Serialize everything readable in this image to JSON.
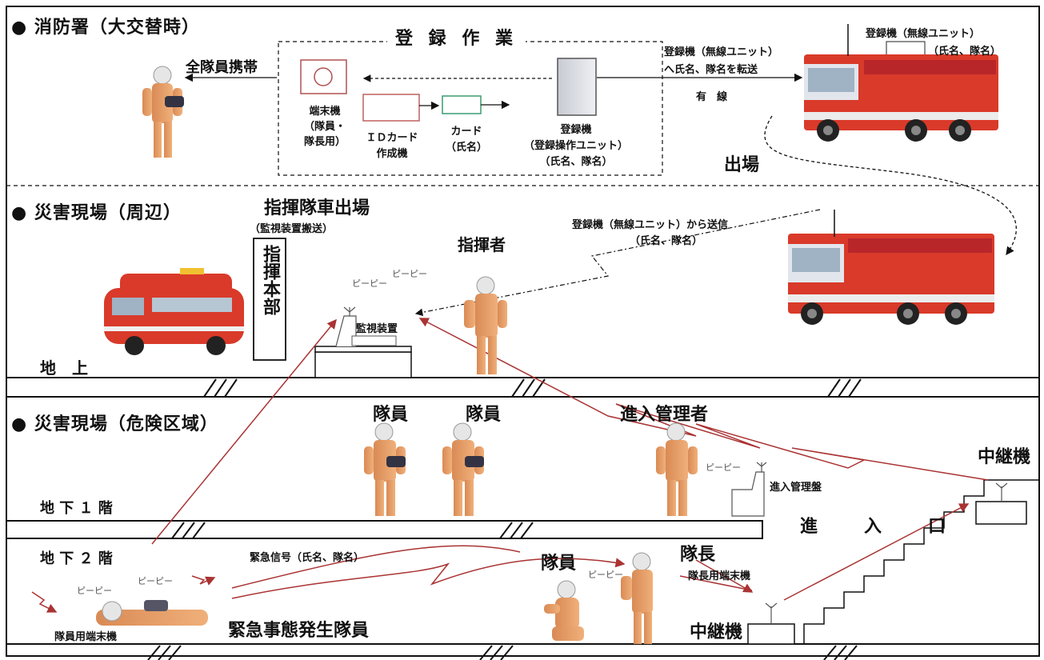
{
  "sections": {
    "fire_station": "消防署（大交替時）",
    "surface": "災害現場（周辺）",
    "danger": "災害現場（危険区域）"
  },
  "station": {
    "registration_work": "登 録 作 業",
    "carry_all": "全隊員携帯",
    "terminal_line1": "端末機",
    "terminal_line2": "（隊員・",
    "terminal_line3": "隊長用）",
    "id_maker_line1": "ＩＤカード",
    "id_maker_line2": "作成機",
    "card_line1": "カード",
    "card_line2": "（氏名）",
    "reg_unit_line1": "登録機",
    "reg_unit_line2": "（登録操作ユニット）",
    "reg_unit_line3": "（氏名、隊名）",
    "transfer_line1": "登録機（無線ユニット）",
    "transfer_line2": "へ氏名、隊名を転送",
    "wired": "有　線",
    "truck_unit_line1": "登録機（無線ユニット）",
    "truck_unit_line2": "（氏名、隊名）",
    "dispatch": "出場"
  },
  "surface": {
    "command_dispatch": "指揮隊車出場",
    "monitor_transport": "（監視装置搬送）",
    "command_hq": "指揮本部",
    "commander": "指揮者",
    "send_line1": "登録機（無線ユニット）から送信",
    "send_line2": "（氏名、隊名）",
    "monitor": "監視装置",
    "beep1": "ピーピー",
    "beep2": "ピーピー",
    "ground": "地　上"
  },
  "underground": {
    "member1": "隊員",
    "member2": "隊員",
    "entry_manager": "進入管理者",
    "relay_top": "中継機",
    "b1": "地 下 １ 階",
    "entry_board": "進入管理盤",
    "entrance": "進　入　口",
    "beep_mgr": "ピーピー",
    "b2": "地 下 ２ 階",
    "emergency_signal": "緊急信号（氏名、隊名）",
    "member3": "隊員",
    "leader": "隊長",
    "leader_terminal": "隊長用端末機",
    "beep_leader": "ピーピー",
    "beep_down1": "ピーピー",
    "beep_down2": "ピーピー",
    "member_terminal": "隊員用端末機",
    "emergency_member": "緊急事態発生隊員",
    "relay_bottom": "中継機"
  }
}
